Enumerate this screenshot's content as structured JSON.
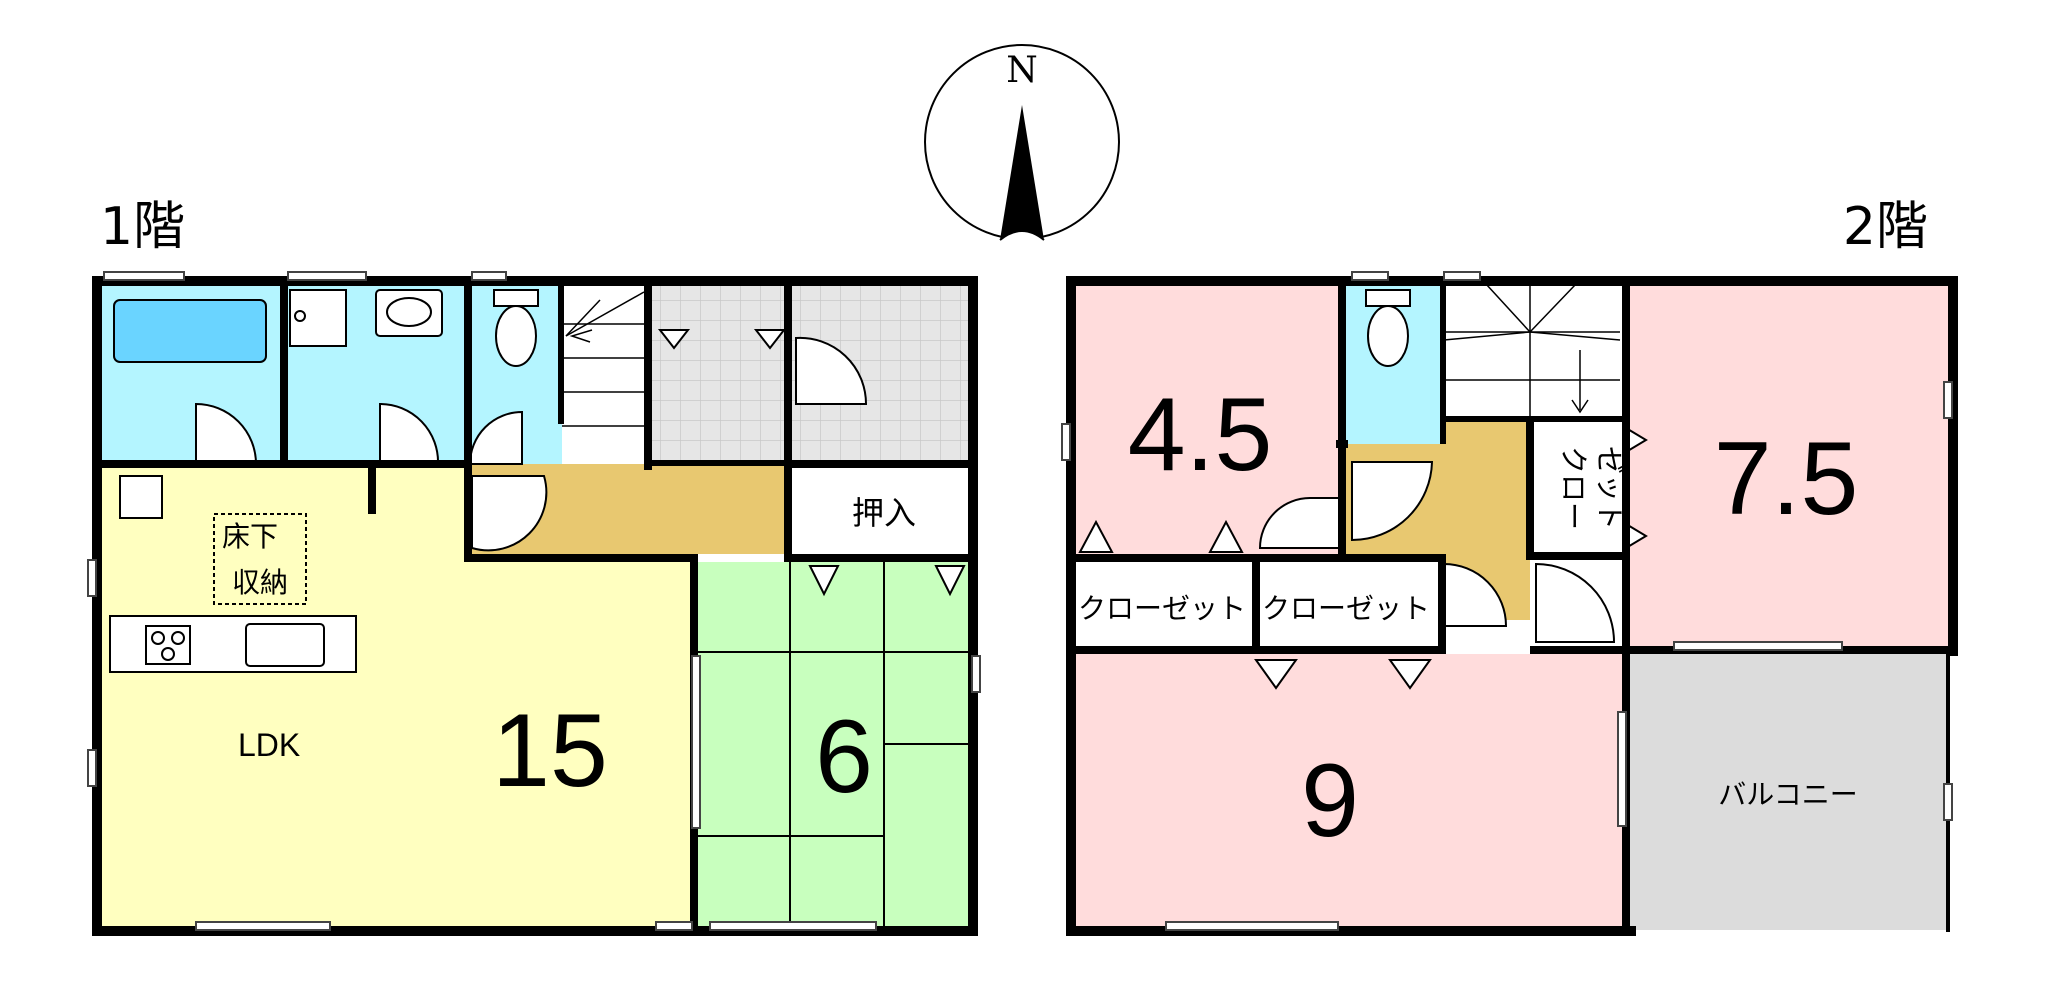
{
  "floor1": {
    "title": "1階",
    "rooms": {
      "ldk_label": "LDK",
      "ldk_size": "15",
      "washitsu_size": "6",
      "oshiire": "押入",
      "underfloor_line1": "床下",
      "underfloor_line2": "収納"
    }
  },
  "floor2": {
    "title": "2階",
    "rooms": {
      "room_nw_size": "4.5",
      "room_ne_size": "7.5",
      "room_s_size": "9",
      "closet_a": "クローゼット",
      "closet_b": "クローゼット",
      "closet_v_line1": "クロー",
      "closet_v_line2": "ゼット",
      "balcony": "バルコニー"
    }
  },
  "compass": {
    "north_label": "N"
  },
  "colors": {
    "ldk": "#ffffc0",
    "washitsu": "#c8ffbe",
    "wet_area": "#b4f5ff",
    "hall": "#e8c870",
    "bedroom": "#ffdcdc",
    "balcony": "#dcdcdc",
    "tile": "#e6e6e6"
  }
}
